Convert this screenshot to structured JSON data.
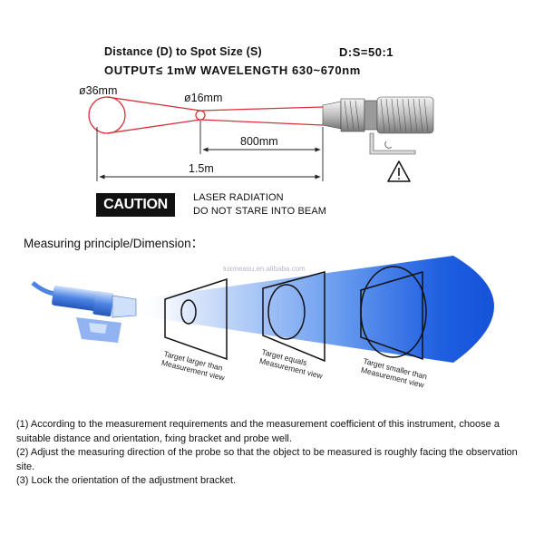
{
  "header": {
    "distance_label": "Distance (D) to Spot Size (S)",
    "ratio": "D:S=50:1",
    "output_line": "OUTPUT≤ 1mW  WAVELENGTH 630~670nm"
  },
  "diagram": {
    "spot_far": "ø36mm",
    "spot_near": "ø16mm",
    "dist_near": "800mm",
    "dist_far": "1.5m"
  },
  "warning": {
    "badge": "CAUTION",
    "line1": "LASER RADIATION",
    "line2": "DO NOT STARE INTO BEAM"
  },
  "principle": {
    "title": "Measuring principle/Dimension：",
    "watermark": "luxmeasu.en.alibaba.com",
    "case1": [
      "Target larger than",
      "Measurement view"
    ],
    "case2": [
      "Target equals",
      "Measurement view"
    ],
    "case3": [
      "Target smaller than",
      "Measurement view"
    ]
  },
  "instructions": [
    "(1) According to the measurement requirements and the measurement coefficient of this instrument, choose a suitable distance and orientation, fxing bracket and probe well.",
    "(2) Adjust the measuring direction of the probe so that the object to be measured is roughly facing the observation site.",
    "(3) Lock the orientation of the adjustment bracket."
  ],
  "colors": {
    "beam_red": "#d8303a",
    "beam_blue": "#1f5fe0"
  },
  "icons": [
    "laser-device-icon",
    "warning-triangle-icon",
    "probe-icon"
  ]
}
